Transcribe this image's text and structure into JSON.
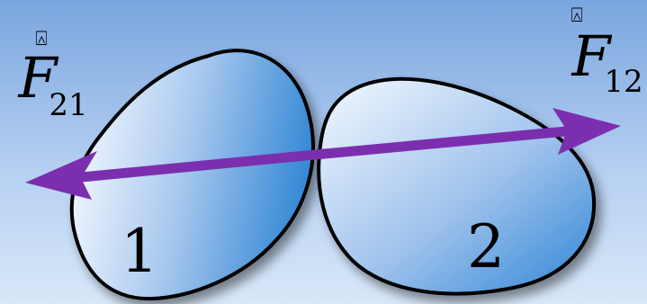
{
  "figure": {
    "force_left": {
      "symbol": "F",
      "subscript": "21",
      "vector_mark": "⍓"
    },
    "force_right": {
      "symbol": "F",
      "subscript": "12",
      "vector_mark": "⍓"
    },
    "body_1_label": "1",
    "body_2_label": "2"
  },
  "colors": {
    "background_top": "#6f9fdc",
    "background_bottom": "#cfe0f7",
    "body_light": "#e8f2ff",
    "body_dark": "#2f86d6",
    "outline": "#000000",
    "arrow": "#7b2fae"
  }
}
